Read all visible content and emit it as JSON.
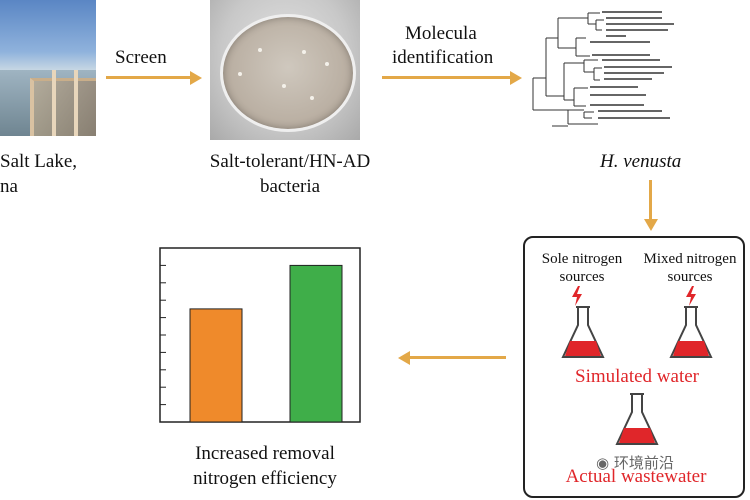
{
  "labels": {
    "salt_lake_line1": "Salt Lake,",
    "salt_lake_line2": "na",
    "screen": "Screen",
    "molecular_line1": "Molecula",
    "molecular_line2": "identification",
    "bacteria_line1": "Salt-tolerant/HN-AD",
    "bacteria_line2": "bacteria",
    "species": "H. venusta",
    "sole_line1": "Sole nitrogen",
    "sole_line2": "sources",
    "mixed_line1": "Mixed nitrogen",
    "mixed_line2": "sources",
    "simulated": "Simulated water",
    "actual": "Actual wastewater",
    "result_line1": "Increased removal",
    "result_line2": "nitrogen efficiency",
    "watermark": "环境前沿"
  },
  "colors": {
    "arrow": "#e3a848",
    "bar_orange": "#ef8a2b",
    "bar_green": "#3fae49",
    "flask_fill": "#e0262a",
    "text_red": "#e0262a"
  },
  "icons": [
    "lake-photo",
    "petri-dish-photo",
    "phylogenetic-tree",
    "flask-icon",
    "lightning-icon"
  ],
  "chart_data": {
    "type": "bar",
    "categories": [
      "",
      ""
    ],
    "values": [
      0.65,
      0.9
    ],
    "ylim": [
      0,
      1
    ],
    "grid": false
  }
}
